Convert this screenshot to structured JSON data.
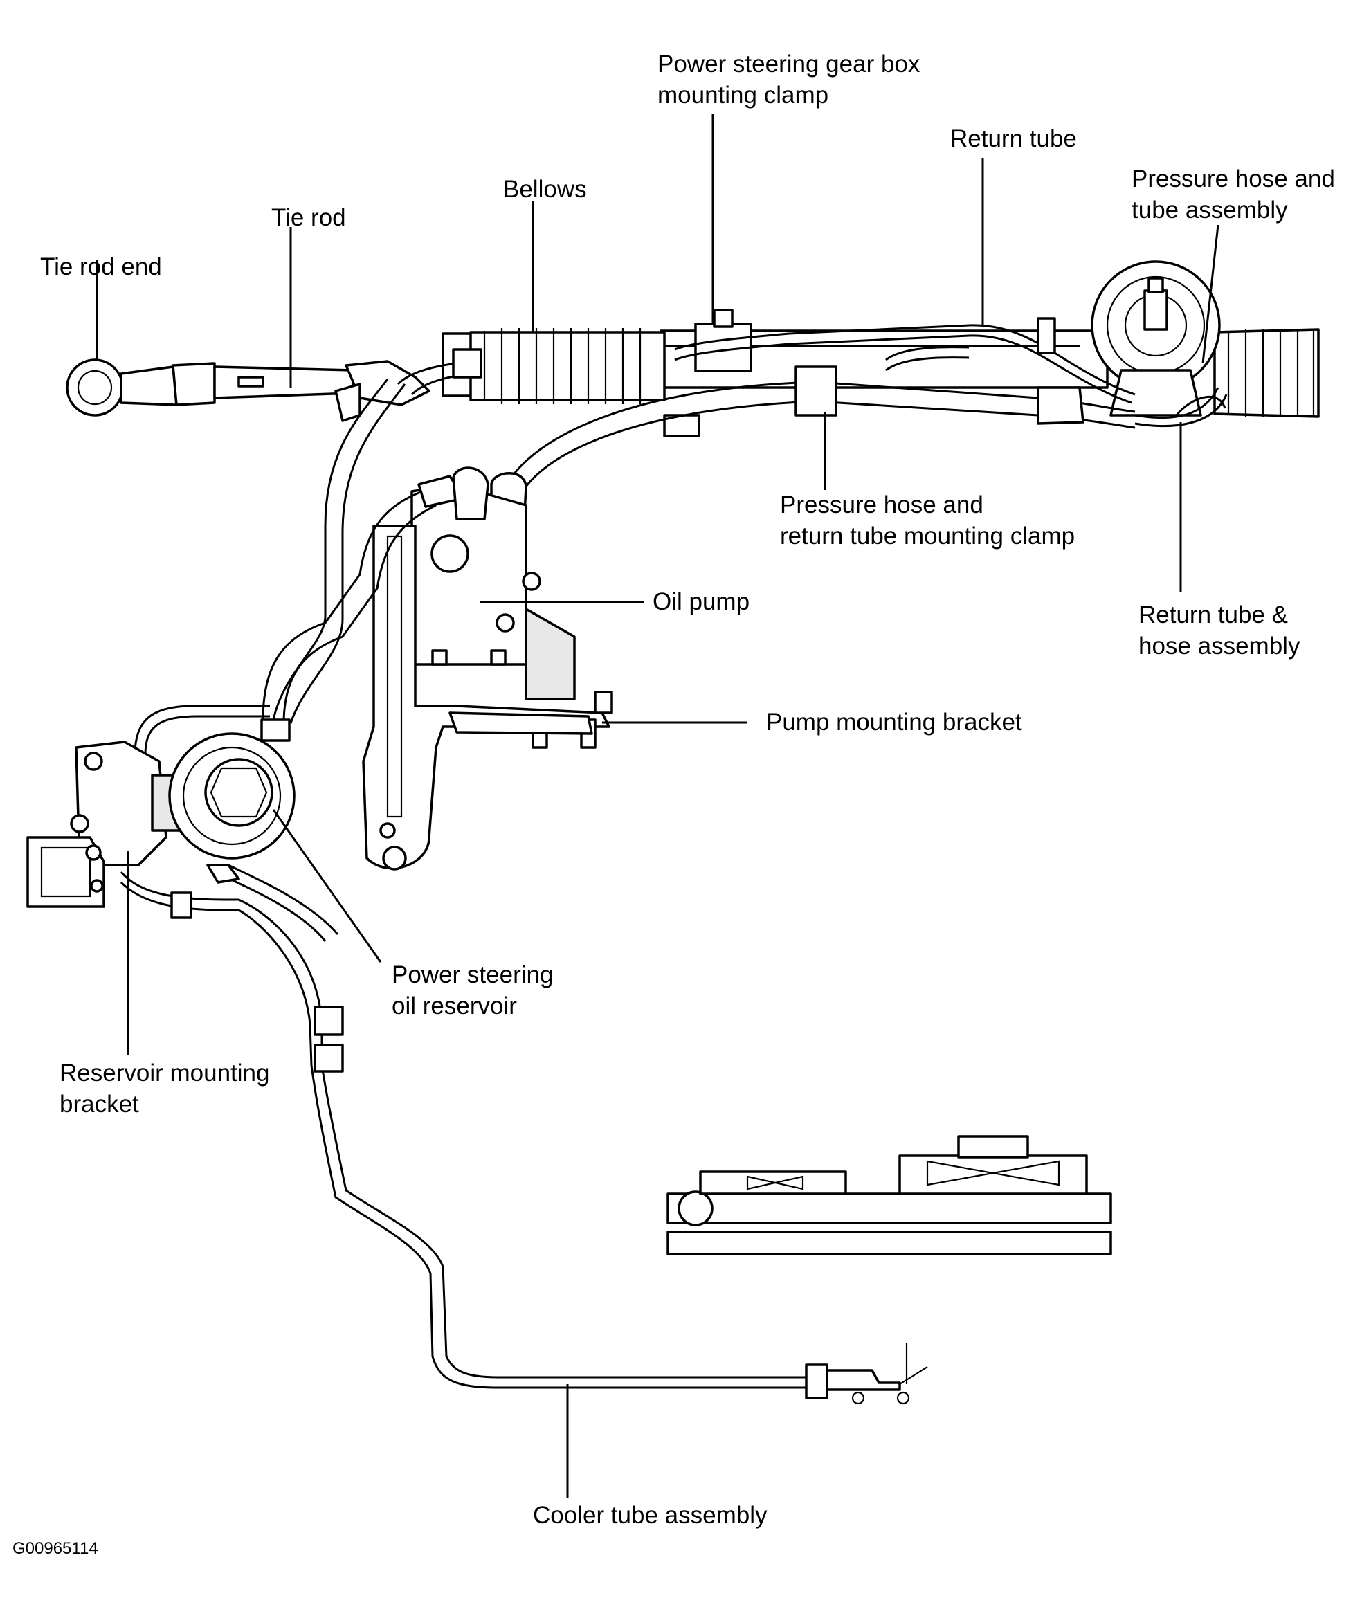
{
  "diagram": {
    "labels": {
      "gear_box_clamp": [
        "Power steering gear box",
        "mounting clamp"
      ],
      "return_tube": [
        "Return tube"
      ],
      "pressure_hose_tube": [
        "Pressure hose and",
        "tube assembly"
      ],
      "bellows": [
        "Bellows"
      ],
      "tie_rod": [
        "Tie rod"
      ],
      "tie_rod_end": [
        "Tie rod end"
      ],
      "pressure_hose_clamp": [
        "Pressure hose and",
        "return tube mounting clamp"
      ],
      "oil_pump": [
        "Oil pump"
      ],
      "return_tube_hose": [
        "Return tube &",
        "hose assembly"
      ],
      "pump_bracket": [
        "Pump mounting bracket"
      ],
      "reservoir": [
        "Power steering",
        "oil reservoir"
      ],
      "reservoir_bracket": [
        "Reservoir mounting",
        "bracket"
      ],
      "cooler_tube": [
        "Cooler tube assembly"
      ]
    },
    "figure_id": "G00965114"
  }
}
